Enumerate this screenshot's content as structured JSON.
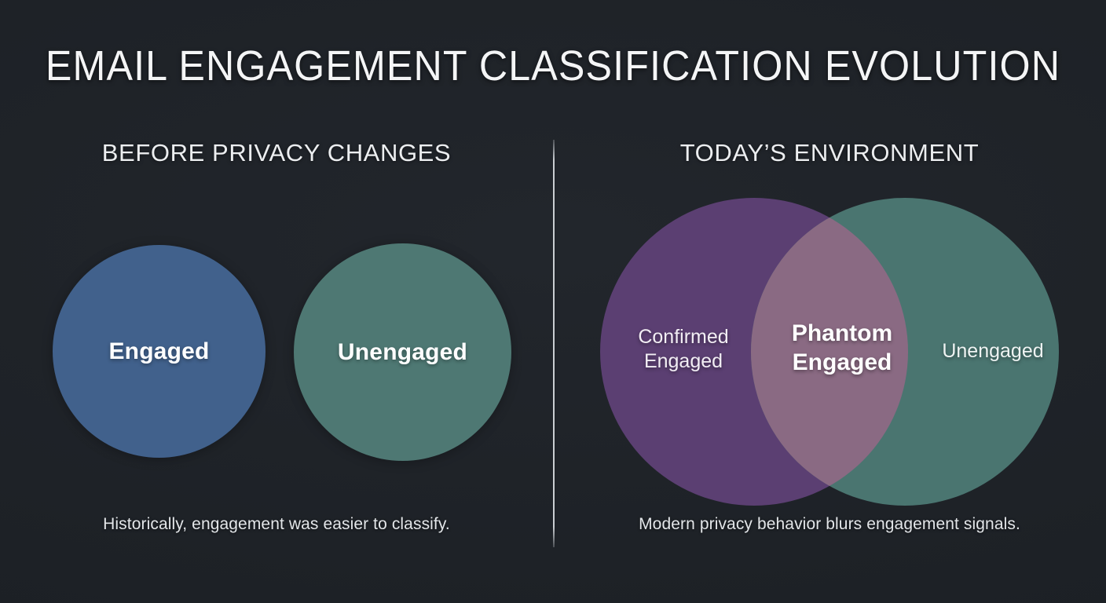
{
  "title": "EMAIL ENGAGEMENT CLASSIFICATION EVOLUTION",
  "colors": {
    "background": "#1f2328",
    "divider": "#d8dce0",
    "title_text": "#f4f5f6",
    "heading_text": "#eceef0",
    "caption_text": "#e3e6e9",
    "circle_engaged": "#41618c",
    "circle_unengaged": "#4e7873",
    "venn_confirmed_engaged": "#5b3f72",
    "venn_unengaged": "#4a7570",
    "venn_overlap": "#8a6a83",
    "label_text": "#ffffff"
  },
  "left_panel": {
    "heading": "BEFORE PRIVACY CHANGES",
    "caption": "Historically, engagement was easier to classify.",
    "circles": [
      {
        "label": "Engaged",
        "color": "#41618c"
      },
      {
        "label": "Unengaged",
        "color": "#4e7873"
      }
    ]
  },
  "right_panel": {
    "heading": "TODAY’S ENVIRONMENT",
    "caption": "Modern privacy behavior blurs engagement signals.",
    "venn": {
      "left_lobe": {
        "label_line1": "Confirmed",
        "label_line2": "Engaged",
        "color": "#5b3f72"
      },
      "overlap": {
        "label_line1": "Phantom",
        "label_line2": "Engaged",
        "color": "#8a6a83"
      },
      "right_lobe": {
        "label": "Unengaged",
        "color": "#4a7570"
      }
    }
  },
  "chart_data": {
    "type": "diagram",
    "subtype": "venn",
    "title": "EMAIL ENGAGEMENT CLASSIFICATION EVOLUTION",
    "panels": [
      {
        "name": "BEFORE PRIVACY CHANGES",
        "diagram": "two-disjoint-circles",
        "sets": [
          {
            "name": "Engaged",
            "color": "#41618c",
            "overlaps": false
          },
          {
            "name": "Unengaged",
            "color": "#4e7873",
            "overlaps": false
          }
        ],
        "caption": "Historically, engagement was easier to classify."
      },
      {
        "name": "TODAY’S ENVIRONMENT",
        "diagram": "two-overlapping-circles",
        "sets": [
          {
            "name": "Confirmed Engaged",
            "color": "#5b3f72",
            "overlaps": true
          },
          {
            "name": "Unengaged",
            "color": "#4a7570",
            "overlaps": true
          }
        ],
        "intersection": {
          "name": "Phantom Engaged",
          "color": "#8a6a83"
        },
        "caption": "Modern privacy behavior blurs engagement signals."
      }
    ]
  }
}
